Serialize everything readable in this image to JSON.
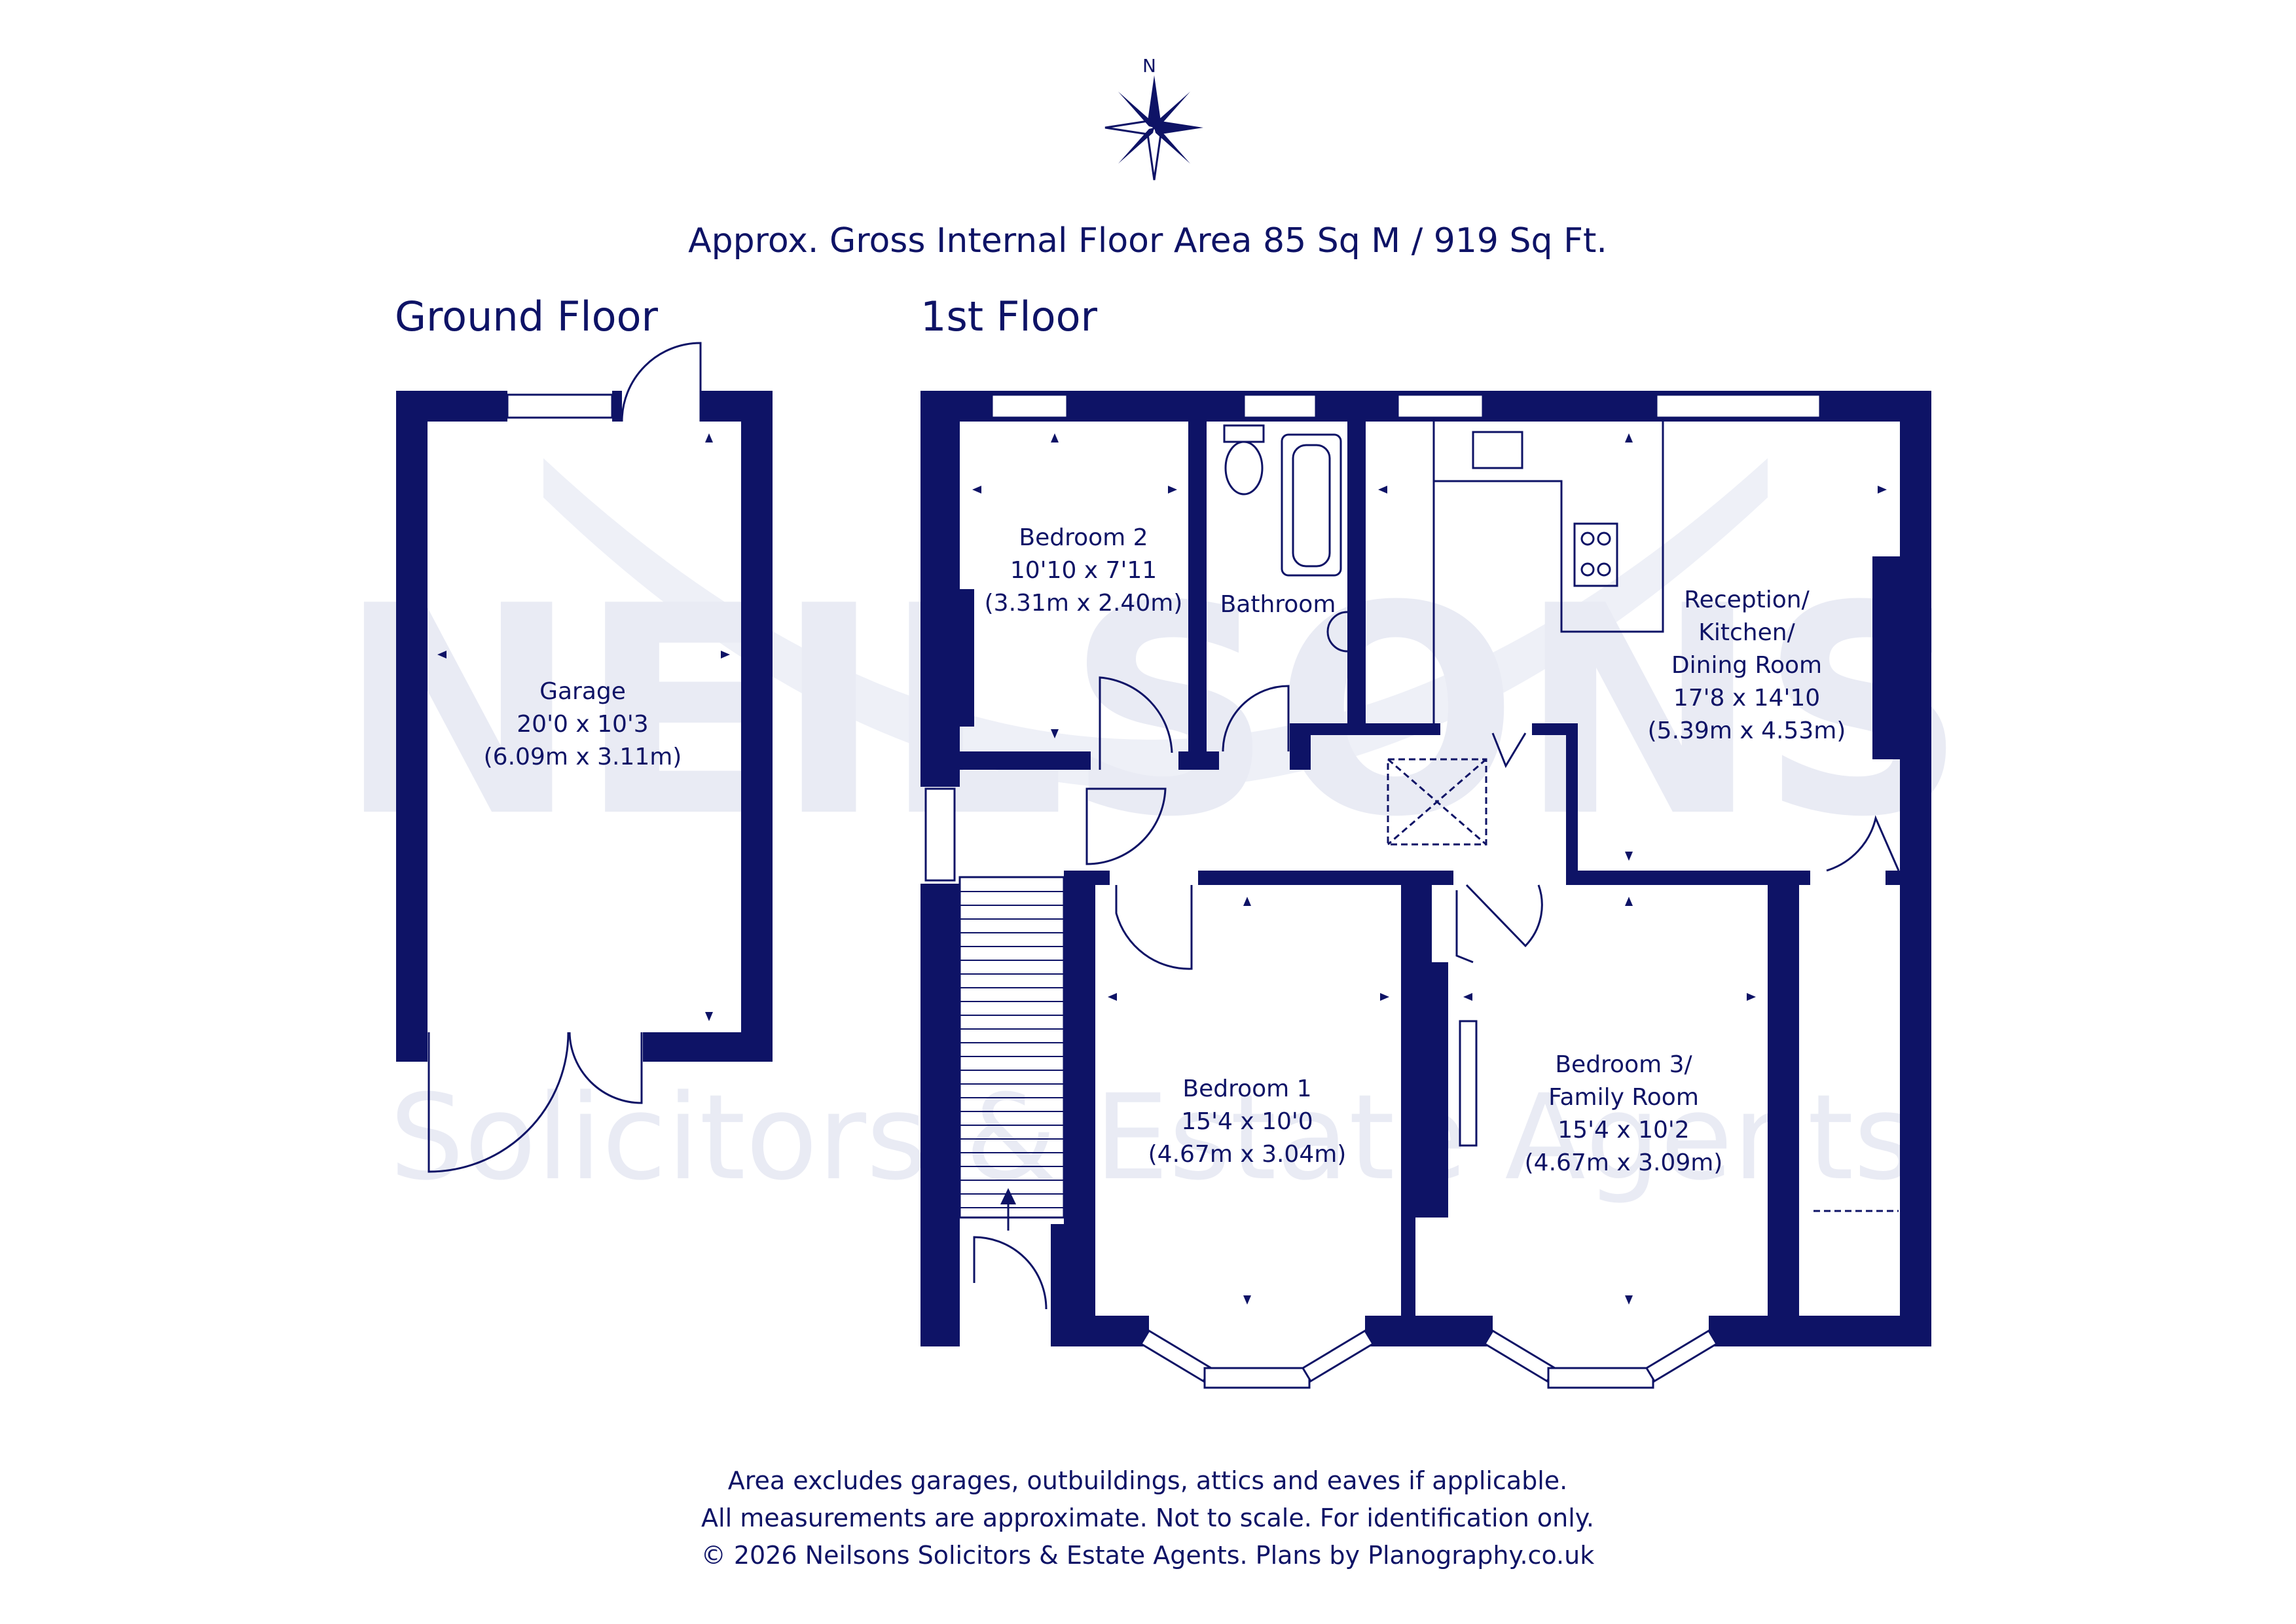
{
  "title": "Approx. Gross Internal Floor Area 85 Sq M / 919 Sq Ft.",
  "compass": {
    "north_label": "N"
  },
  "floors": {
    "ground": {
      "heading": "Ground Floor"
    },
    "first": {
      "heading": "1st Floor"
    }
  },
  "rooms": {
    "garage": {
      "name": "Garage",
      "imperial": "20'0 x 10'3",
      "metric": "(6.09m x 3.11m)"
    },
    "bedroom2": {
      "name": "Bedroom 2",
      "imperial": "10'10 x 7'11",
      "metric": "(3.31m x 2.40m)"
    },
    "bathroom": {
      "name": "Bathroom"
    },
    "reception": {
      "line1": "Reception/",
      "line2": "Kitchen/",
      "line3": "Dining Room",
      "imperial": "17'8 x 14'10",
      "metric": "(5.39m x 4.53m)"
    },
    "bedroom1": {
      "name": "Bedroom 1",
      "imperial": "15'4 x 10'0",
      "metric": "(4.67m x 3.04m)"
    },
    "bedroom3": {
      "line1": "Bedroom 3/",
      "line2": "Family Room",
      "imperial": "15'4 x 10'2",
      "metric": "(4.67m x 3.09m)"
    }
  },
  "watermark": {
    "logo_text": "NEILSONS",
    "tagline": "Solicitors & Estate Agents"
  },
  "footer": {
    "line1": "Area excludes garages, outbuildings, attics and eaves if applicable.",
    "line2": "All measurements are approximate. Not to scale. For identification only.",
    "line3": "© 2026 Neilsons Solicitors & Estate Agents. Plans by Planography.co.uk"
  },
  "colors": {
    "wall": "#0e1366",
    "background": "#ffffff",
    "watermark": "#e9ebf4"
  }
}
